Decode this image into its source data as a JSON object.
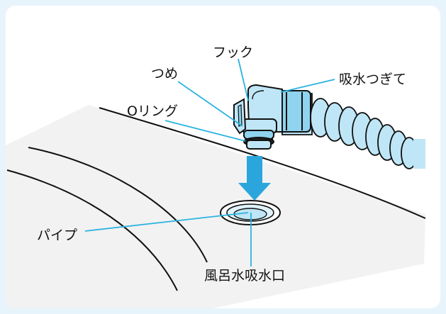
{
  "labels": {
    "hook": "フック",
    "claw": "つめ",
    "oring": "Oリング",
    "joint": "吸水つぎて",
    "pipe": "パイプ",
    "inlet": "風呂水吸水口"
  },
  "colors": {
    "background": "#e8f4fb",
    "accent": "#2bb3e0",
    "fill_light": "#bfe6f6",
    "fill_mid": "#8fd3ee",
    "tub": "#f2f2f2",
    "outline": "#111111",
    "arrow": "#2aa6dc"
  }
}
